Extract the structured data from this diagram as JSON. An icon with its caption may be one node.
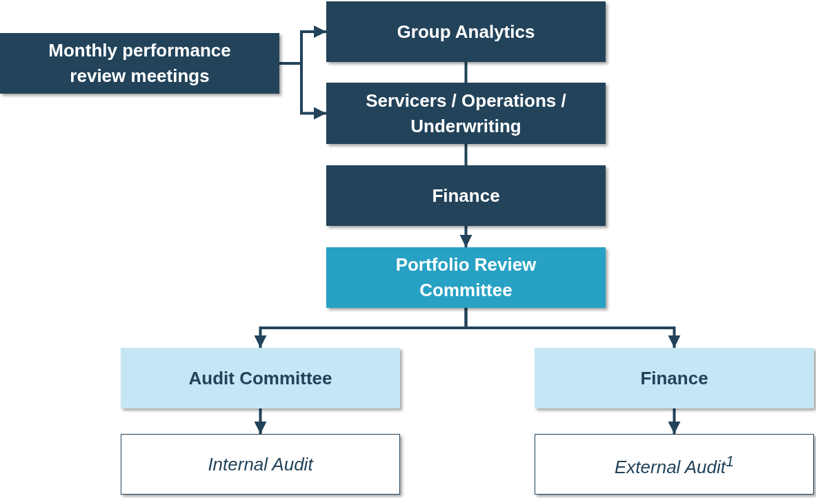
{
  "diagram": {
    "nodes": [
      {
        "text": [
          "Monthly performance review meetings"
        ]
      },
      {
        "text": [
          "Group Analytics"
        ]
      },
      {
        "text": [
          "Servicers / Operations / Underwriting"
        ]
      },
      {
        "text": [
          "Finance"
        ]
      },
      {
        "text": [
          "Portfolio Review Committee"
        ]
      },
      {
        "text": [
          "Audit Committee"
        ]
      },
      {
        "text": [
          "Finance"
        ]
      },
      {
        "text": [
          "Internal Audit"
        ]
      },
      {
        "text": [
          "External Audit$^{1}$"
        ]
      }
    ],
    "edges": [
      {
        "from": 0,
        "to": 1,
        "arrow": "to"
      },
      {
        "from": 0,
        "to": 2,
        "arrow": "to"
      },
      {
        "from": 1,
        "to": 2,
        "arrow": "none"
      },
      {
        "from": 2,
        "to": 3,
        "arrow": "none"
      },
      {
        "from": 3,
        "to": 4,
        "arrow": "to"
      },
      {
        "from": 4,
        "to": 5,
        "arrow": "to"
      },
      {
        "from": 4,
        "to": 6,
        "arrow": "to"
      },
      {
        "from": 5,
        "to": 7,
        "arrow": "to"
      },
      {
        "from": 6,
        "to": 8,
        "arrow": "to"
      }
    ]
  }
}
